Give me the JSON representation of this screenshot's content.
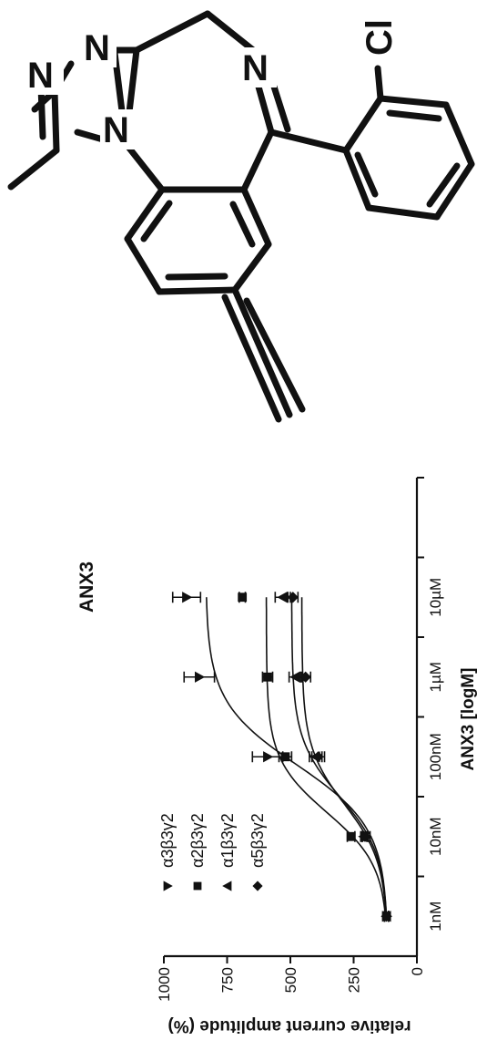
{
  "chart_data": {
    "type": "line",
    "title": "ANX3",
    "xlabel": "ANX3 [logM]",
    "ylabel": "relative current amplitude (%)",
    "x_tick_labels": [
      "1nM",
      "10nM",
      "100nM",
      "1µM",
      "10µM"
    ],
    "x_log10M": [
      -9,
      -8,
      -7,
      -6,
      -5
    ],
    "xlim_log10M": [
      -9.5,
      -3.5
    ],
    "y_ticks": [
      "0",
      "250",
      "500",
      "750",
      "1000"
    ],
    "ylim": [
      0,
      1000
    ],
    "grid": false,
    "legend_position": "upper-left",
    "series": [
      {
        "name": "α3β3γ2",
        "marker": "triangle-down",
        "y": [
          120,
          200,
          590,
          860,
          910
        ],
        "err": [
          8,
          15,
          60,
          60,
          55
        ],
        "fit": {
          "bottom": 115,
          "top": 835,
          "log_ec50": -7.1,
          "hill": 1.1
        }
      },
      {
        "name": "α2β3γ2",
        "marker": "square",
        "y": [
          120,
          260,
          520,
          590,
          690
        ],
        "err": [
          8,
          15,
          25,
          20,
          12
        ],
        "fit": {
          "bottom": 115,
          "top": 595,
          "log_ec50": -7.7,
          "hill": 1.3
        }
      },
      {
        "name": "α1β3γ2",
        "marker": "triangle-up",
        "y": [
          120,
          210,
          400,
          480,
          530
        ],
        "err": [
          8,
          12,
          25,
          25,
          30
        ],
        "fit": {
          "bottom": 115,
          "top": 495,
          "log_ec50": -7.5,
          "hill": 1.2
        }
      },
      {
        "name": "α5β3γ2",
        "marker": "diamond",
        "y": [
          120,
          205,
          390,
          440,
          490
        ],
        "err": [
          8,
          12,
          25,
          20,
          20
        ],
        "fit": {
          "bottom": 115,
          "top": 455,
          "log_ec50": -7.6,
          "hill": 1.2
        }
      }
    ]
  },
  "molecule": {
    "atom_labels": {
      "n1": "N",
      "n2": "N",
      "n3": "N",
      "n4": "N",
      "cl": "Cl"
    }
  },
  "colors": {
    "ink": "#111111",
    "background": "#ffffff"
  }
}
